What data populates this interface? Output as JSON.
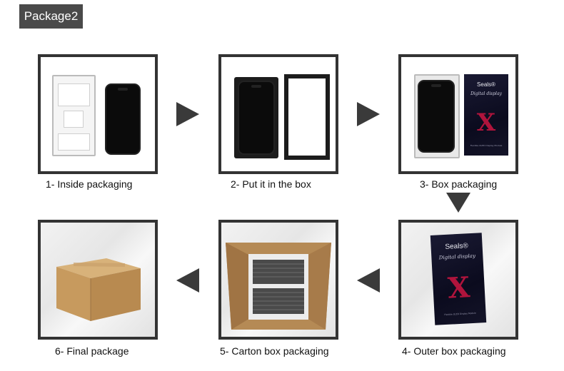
{
  "title": "Package2",
  "steps": [
    {
      "label": "1- Inside packaging"
    },
    {
      "label": "2- Put it in the box"
    },
    {
      "label": "3- Box packaging"
    },
    {
      "label": "4- Outer box packaging"
    },
    {
      "label": "5- Carton box packaging"
    },
    {
      "label": "6- Final package"
    }
  ],
  "product_box": {
    "brand": "Seals®",
    "subtitle": "Digital display",
    "mark": "X",
    "footer": "Flexible OLED Display Module"
  },
  "colors": {
    "frame": "#333333",
    "badge": "#4a4a4a",
    "arrow": "#3a3a3a",
    "box_navy": "#141428",
    "accent_red": "#b0143c",
    "cardboard": "#c9a06b"
  }
}
